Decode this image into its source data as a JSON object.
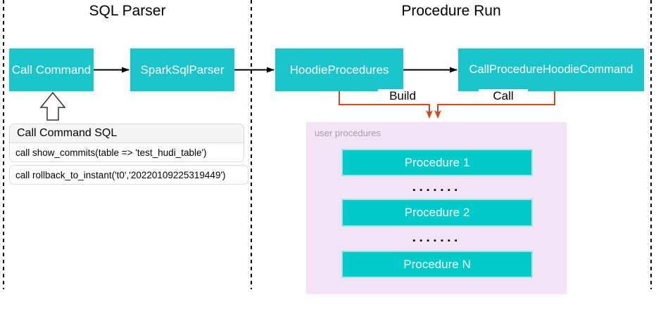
{
  "regions": {
    "sql_parser": {
      "title": "SQL Parser"
    },
    "procedure_run": {
      "title": "Procedure Run"
    }
  },
  "nodes": {
    "call_command": "Call Command",
    "spark_sql_parser": "SparkSqlParser",
    "hoodie_procedures": "HoodieProcedures",
    "call_procedure_hoodie_command": "CallProcedureHoodieCommand"
  },
  "edges": {
    "build_label": "Build",
    "call_label": "Call"
  },
  "sql_panel": {
    "title": "Call Command SQL",
    "rows": [
      "call show_commits(table => 'test_hudi_table')",
      "call rollback_to_instant('t0','20220109225319449')"
    ]
  },
  "user_procedures": {
    "label": "user procedures",
    "items": [
      "Procedure 1",
      "Procedure 2",
      "Procedure N"
    ],
    "ellipsis": "▪▪▪▪▪▪▪"
  },
  "colors": {
    "node_fill": "#1bc5cc",
    "procedure_fill": "#02caca",
    "procedure_border": "#a3e4e6",
    "container_fill": "#f2e3f6",
    "connector_orange": "#d2491d",
    "connector_black": "#000000",
    "panel_header_fill": "#f5f5f5",
    "muted_label": "#a49da8"
  }
}
